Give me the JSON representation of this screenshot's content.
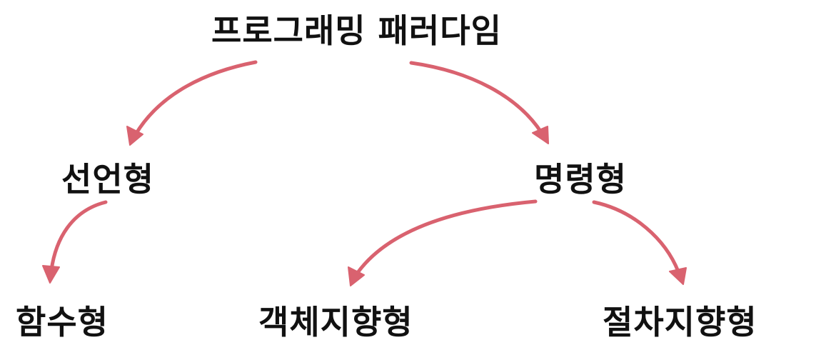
{
  "diagram": {
    "edge_color": "#d9626f",
    "nodes": [
      {
        "id": "root",
        "label": "프로그래밍 패러다임"
      },
      {
        "id": "declarative",
        "label": "선언형"
      },
      {
        "id": "imperative",
        "label": "명령형"
      },
      {
        "id": "functional",
        "label": "함수형"
      },
      {
        "id": "object_oriented",
        "label": "객체지향형"
      },
      {
        "id": "procedural",
        "label": "절차지향형"
      }
    ],
    "edges": [
      {
        "from": "root",
        "to": "declarative"
      },
      {
        "from": "root",
        "to": "imperative"
      },
      {
        "from": "declarative",
        "to": "functional"
      },
      {
        "from": "imperative",
        "to": "object_oriented"
      },
      {
        "from": "imperative",
        "to": "procedural"
      }
    ]
  }
}
